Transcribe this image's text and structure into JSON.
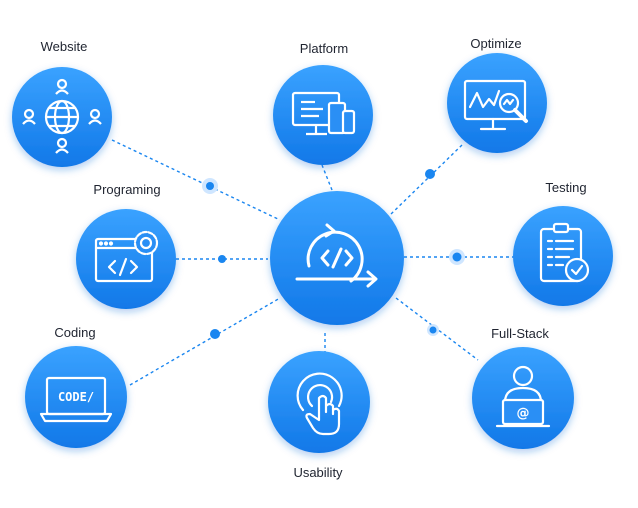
{
  "center": {
    "name": "agile-dev-cycle",
    "icon": "code-cycle-icon"
  },
  "nodes": [
    {
      "id": "website",
      "label": "Website",
      "icon": "globe-users-icon"
    },
    {
      "id": "platform",
      "label": "Platform",
      "icon": "devices-icon"
    },
    {
      "id": "optimize",
      "label": "Optimize",
      "icon": "monitor-chart-magnifier-icon"
    },
    {
      "id": "programing",
      "label": "Programing",
      "icon": "browser-code-gear-icon"
    },
    {
      "id": "testing",
      "label": "Testing",
      "icon": "clipboard-check-icon"
    },
    {
      "id": "coding",
      "label": "Coding",
      "icon": "laptop-code-icon"
    },
    {
      "id": "usability",
      "label": "Usability",
      "icon": "hand-tap-icon"
    },
    {
      "id": "fullstack",
      "label": "Full-Stack",
      "icon": "developer-laptop-icon"
    }
  ],
  "code_text": "CODE/",
  "email_symbol": "@",
  "colors": {
    "primary": "#1a86f0",
    "primary_light": "#3aa0ff",
    "line": "#1a86f0",
    "text": "#1f2430"
  }
}
